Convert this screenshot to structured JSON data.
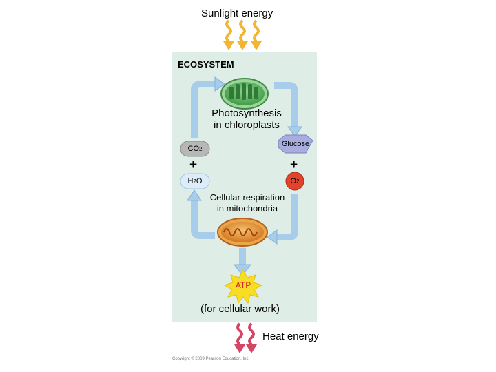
{
  "title": "Sunlight energy",
  "ecosystem": "ECOSYSTEM",
  "photosynthesis": {
    "line1": "Photosynthesis",
    "line2": "in chloroplasts"
  },
  "respiration": {
    "line1": "Cellular respiration",
    "line2": "in mitochondria"
  },
  "inputs": {
    "co2": {
      "main": "CO",
      "sub": "2"
    },
    "h2o": {
      "main": "H",
      "sub": "2",
      "rest": "O"
    },
    "plus": "+"
  },
  "outputs": {
    "glucose": "Glucose",
    "o2": {
      "main": "O",
      "sub": "2"
    },
    "plus": "+"
  },
  "atp": "ATP",
  "cellular_work": "(for cellular work)",
  "heat": "Heat energy",
  "copyright": "Copyright © 2009 Pearson Education, Inc.",
  "colors": {
    "ecosystem_bg": "#deeee7",
    "cycle_arrow": "#a8cdea",
    "sunlight": "#f2b632",
    "heat": "#d54566",
    "glucose": "#a9adde",
    "o2": "#e0442d",
    "atp_burst": "#f7de24",
    "atp_text": "#d2232a"
  }
}
